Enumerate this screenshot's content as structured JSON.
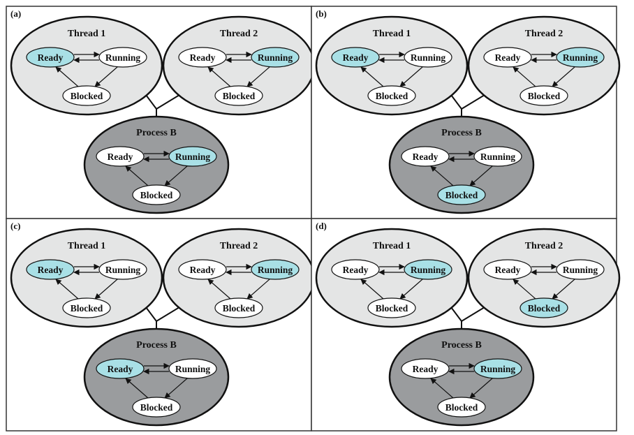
{
  "colors": {
    "thread_fill": "#e4e5e5",
    "process_fill": "#9a9c9e",
    "state_fill": "#ffffff",
    "active_state_fill": "#a9e0e6"
  },
  "state_names": [
    "Ready",
    "Running",
    "Blocked"
  ],
  "panels": [
    {
      "label": "(a)",
      "groups": [
        {
          "title": "Thread 1",
          "kind": "thread",
          "highlight": [
            "Ready"
          ]
        },
        {
          "title": "Thread 2",
          "kind": "thread",
          "highlight": [
            "Running"
          ]
        },
        {
          "title": "Process B",
          "kind": "process",
          "highlight": [
            "Running"
          ]
        }
      ]
    },
    {
      "label": "(b)",
      "groups": [
        {
          "title": "Thread 1",
          "kind": "thread",
          "highlight": [
            "Ready"
          ]
        },
        {
          "title": "Thread 2",
          "kind": "thread",
          "highlight": [
            "Running"
          ]
        },
        {
          "title": "Process B",
          "kind": "process",
          "highlight": [
            "Blocked"
          ]
        }
      ]
    },
    {
      "label": "(c)",
      "groups": [
        {
          "title": "Thread 1",
          "kind": "thread",
          "highlight": [
            "Ready"
          ]
        },
        {
          "title": "Thread 2",
          "kind": "thread",
          "highlight": [
            "Running"
          ]
        },
        {
          "title": "Process B",
          "kind": "process",
          "highlight": [
            "Ready"
          ]
        }
      ]
    },
    {
      "label": "(d)",
      "groups": [
        {
          "title": "Thread 1",
          "kind": "thread",
          "highlight": [
            "Running"
          ]
        },
        {
          "title": "Thread 2",
          "kind": "thread",
          "highlight": [
            "Blocked"
          ]
        },
        {
          "title": "Process B",
          "kind": "process",
          "highlight": [
            "Running"
          ]
        }
      ]
    }
  ]
}
